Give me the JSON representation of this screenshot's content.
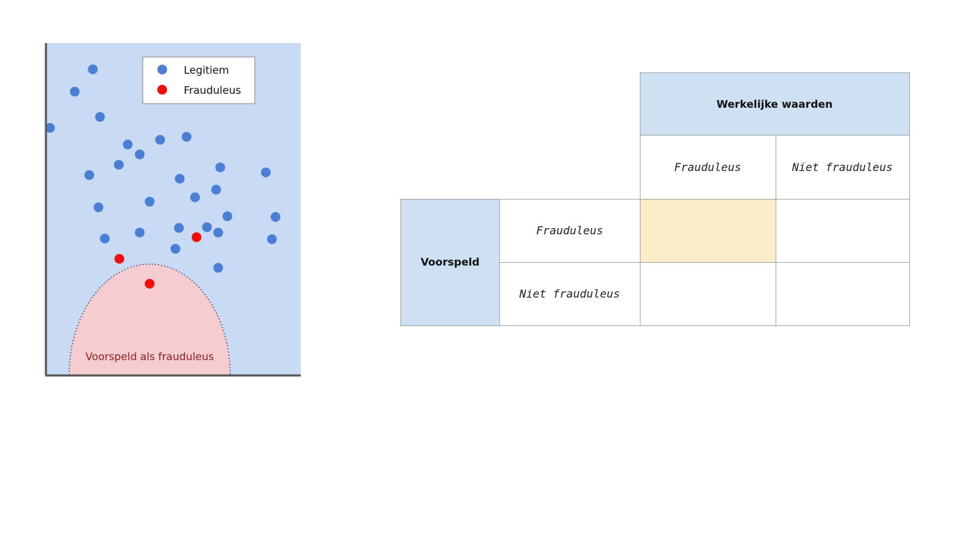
{
  "chart_data": {
    "type": "scatter",
    "title": "",
    "xlabel": "",
    "ylabel": "",
    "xlim": [
      0,
      100
    ],
    "ylim": [
      0,
      100
    ],
    "grid": false,
    "legend_position": "top-right",
    "legend": [
      {
        "label": "Legitiem",
        "color": "#4a7fd4"
      },
      {
        "label": "Frauduleus",
        "color": "#f00d0d"
      }
    ],
    "series": [
      {
        "name": "Legitiem",
        "color": "#4a7fd4",
        "points": [
          [
            18.4,
            92.1
          ],
          [
            11.3,
            85.4
          ],
          [
            21.2,
            77.8
          ],
          [
            1.6,
            74.5
          ],
          [
            32.1,
            69.5
          ],
          [
            44.8,
            70.9
          ],
          [
            55.2,
            71.8
          ],
          [
            36.8,
            66.5
          ],
          [
            28.6,
            63.4
          ],
          [
            17.0,
            60.3
          ],
          [
            52.5,
            59.2
          ],
          [
            68.4,
            62.6
          ],
          [
            86.3,
            61.1
          ],
          [
            66.8,
            55.9
          ],
          [
            58.5,
            53.6
          ],
          [
            40.7,
            52.3
          ],
          [
            20.6,
            50.6
          ],
          [
            71.2,
            47.9
          ],
          [
            90.1,
            47.7
          ],
          [
            52.2,
            44.4
          ],
          [
            63.2,
            44.6
          ],
          [
            67.6,
            43.0
          ],
          [
            36.8,
            43.0
          ],
          [
            23.1,
            41.2
          ],
          [
            88.7,
            41.0
          ],
          [
            50.8,
            38.1
          ],
          [
            67.6,
            32.4
          ]
        ]
      },
      {
        "name": "Frauduleus",
        "color": "#f00d0d",
        "points": [
          [
            59.1,
            41.6
          ],
          [
            28.8,
            35.1
          ],
          [
            40.7,
            27.6
          ]
        ]
      }
    ],
    "annotations": [
      {
        "type": "region-circle",
        "label": "Voorspeld als frauduleus",
        "center": [
          40.7,
          0
        ],
        "radius_x": 31.6,
        "radius_y": 33.5,
        "fill": "#f5cdd0",
        "border": "dotted",
        "text_color": "#8b1d1d"
      }
    ],
    "background": "#c9daf5"
  },
  "matrix": {
    "actual_header": "Werkelijke waarden",
    "predicted_header": "Voorspeld",
    "actual_labels": [
      "Frauduleus",
      "Niet frauduleus"
    ],
    "predicted_labels": [
      "Frauduleus",
      "Niet frauduleus"
    ],
    "cells": [
      [
        "",
        ""
      ],
      [
        "",
        ""
      ]
    ],
    "highlighted_cell": "Frauduleus / Frauduleus",
    "header_color": "#cfe0f2",
    "highlight_color": "#fcecc7"
  }
}
